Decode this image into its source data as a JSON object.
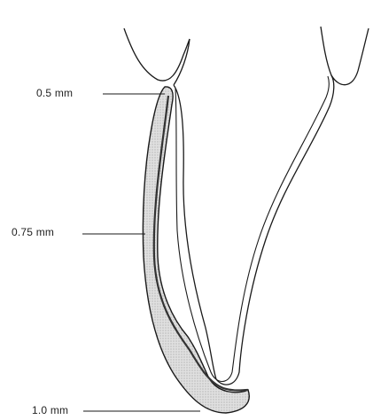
{
  "diagram": {
    "labels": {
      "cervical": "0.5 mm",
      "axial": "0.75 mm",
      "incisal": "1.0 mm"
    },
    "colors": {
      "outline": "#1a1a1a",
      "shading": "#d4d4d4",
      "background": "#ffffff"
    }
  }
}
